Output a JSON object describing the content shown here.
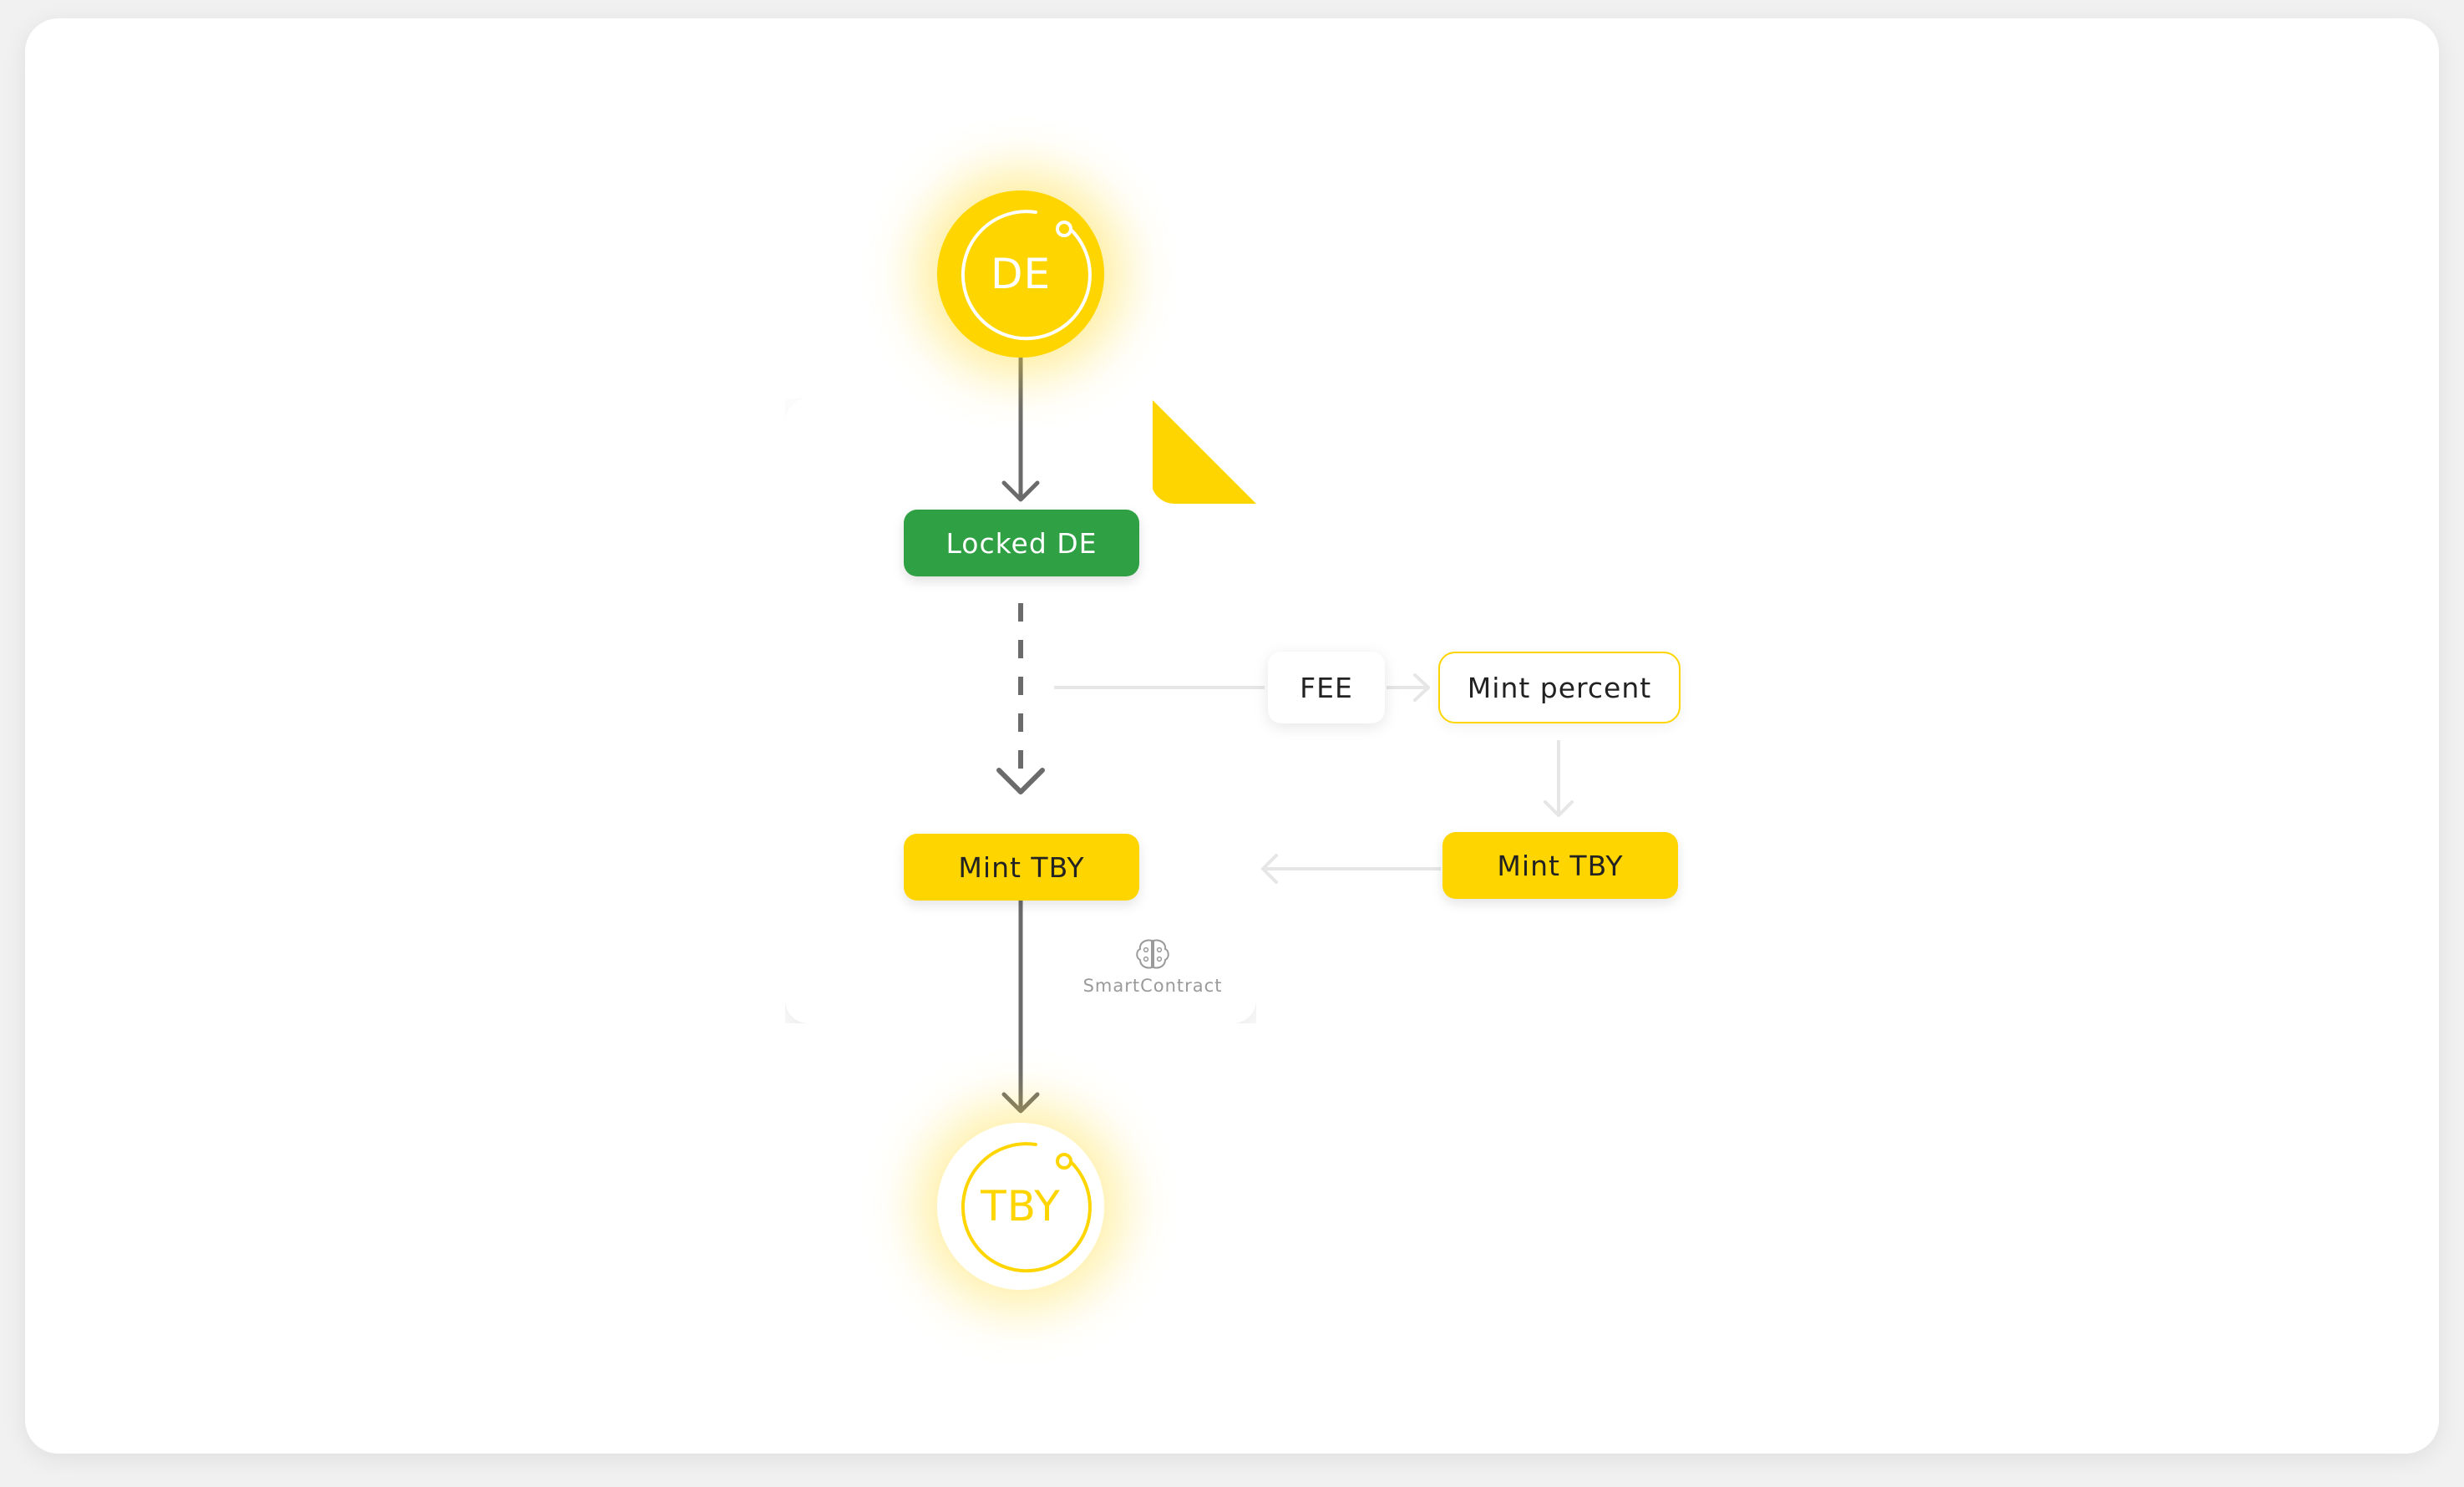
{
  "nodes": {
    "source_coin": "DE",
    "target_coin": "TBY",
    "locked": "Locked DE",
    "mint_inner": "Mint TBY",
    "fee": "FEE",
    "mint_percent": "Mint percent",
    "mint_outer": "Mint TBY"
  },
  "brand": {
    "label": "SmartContract",
    "icon": "brain-icon"
  },
  "colors": {
    "accent": "#ffd500",
    "locked": "#2fa043",
    "arrow_dark": "#6b6b6b",
    "arrow_light": "#e6e6e6"
  }
}
